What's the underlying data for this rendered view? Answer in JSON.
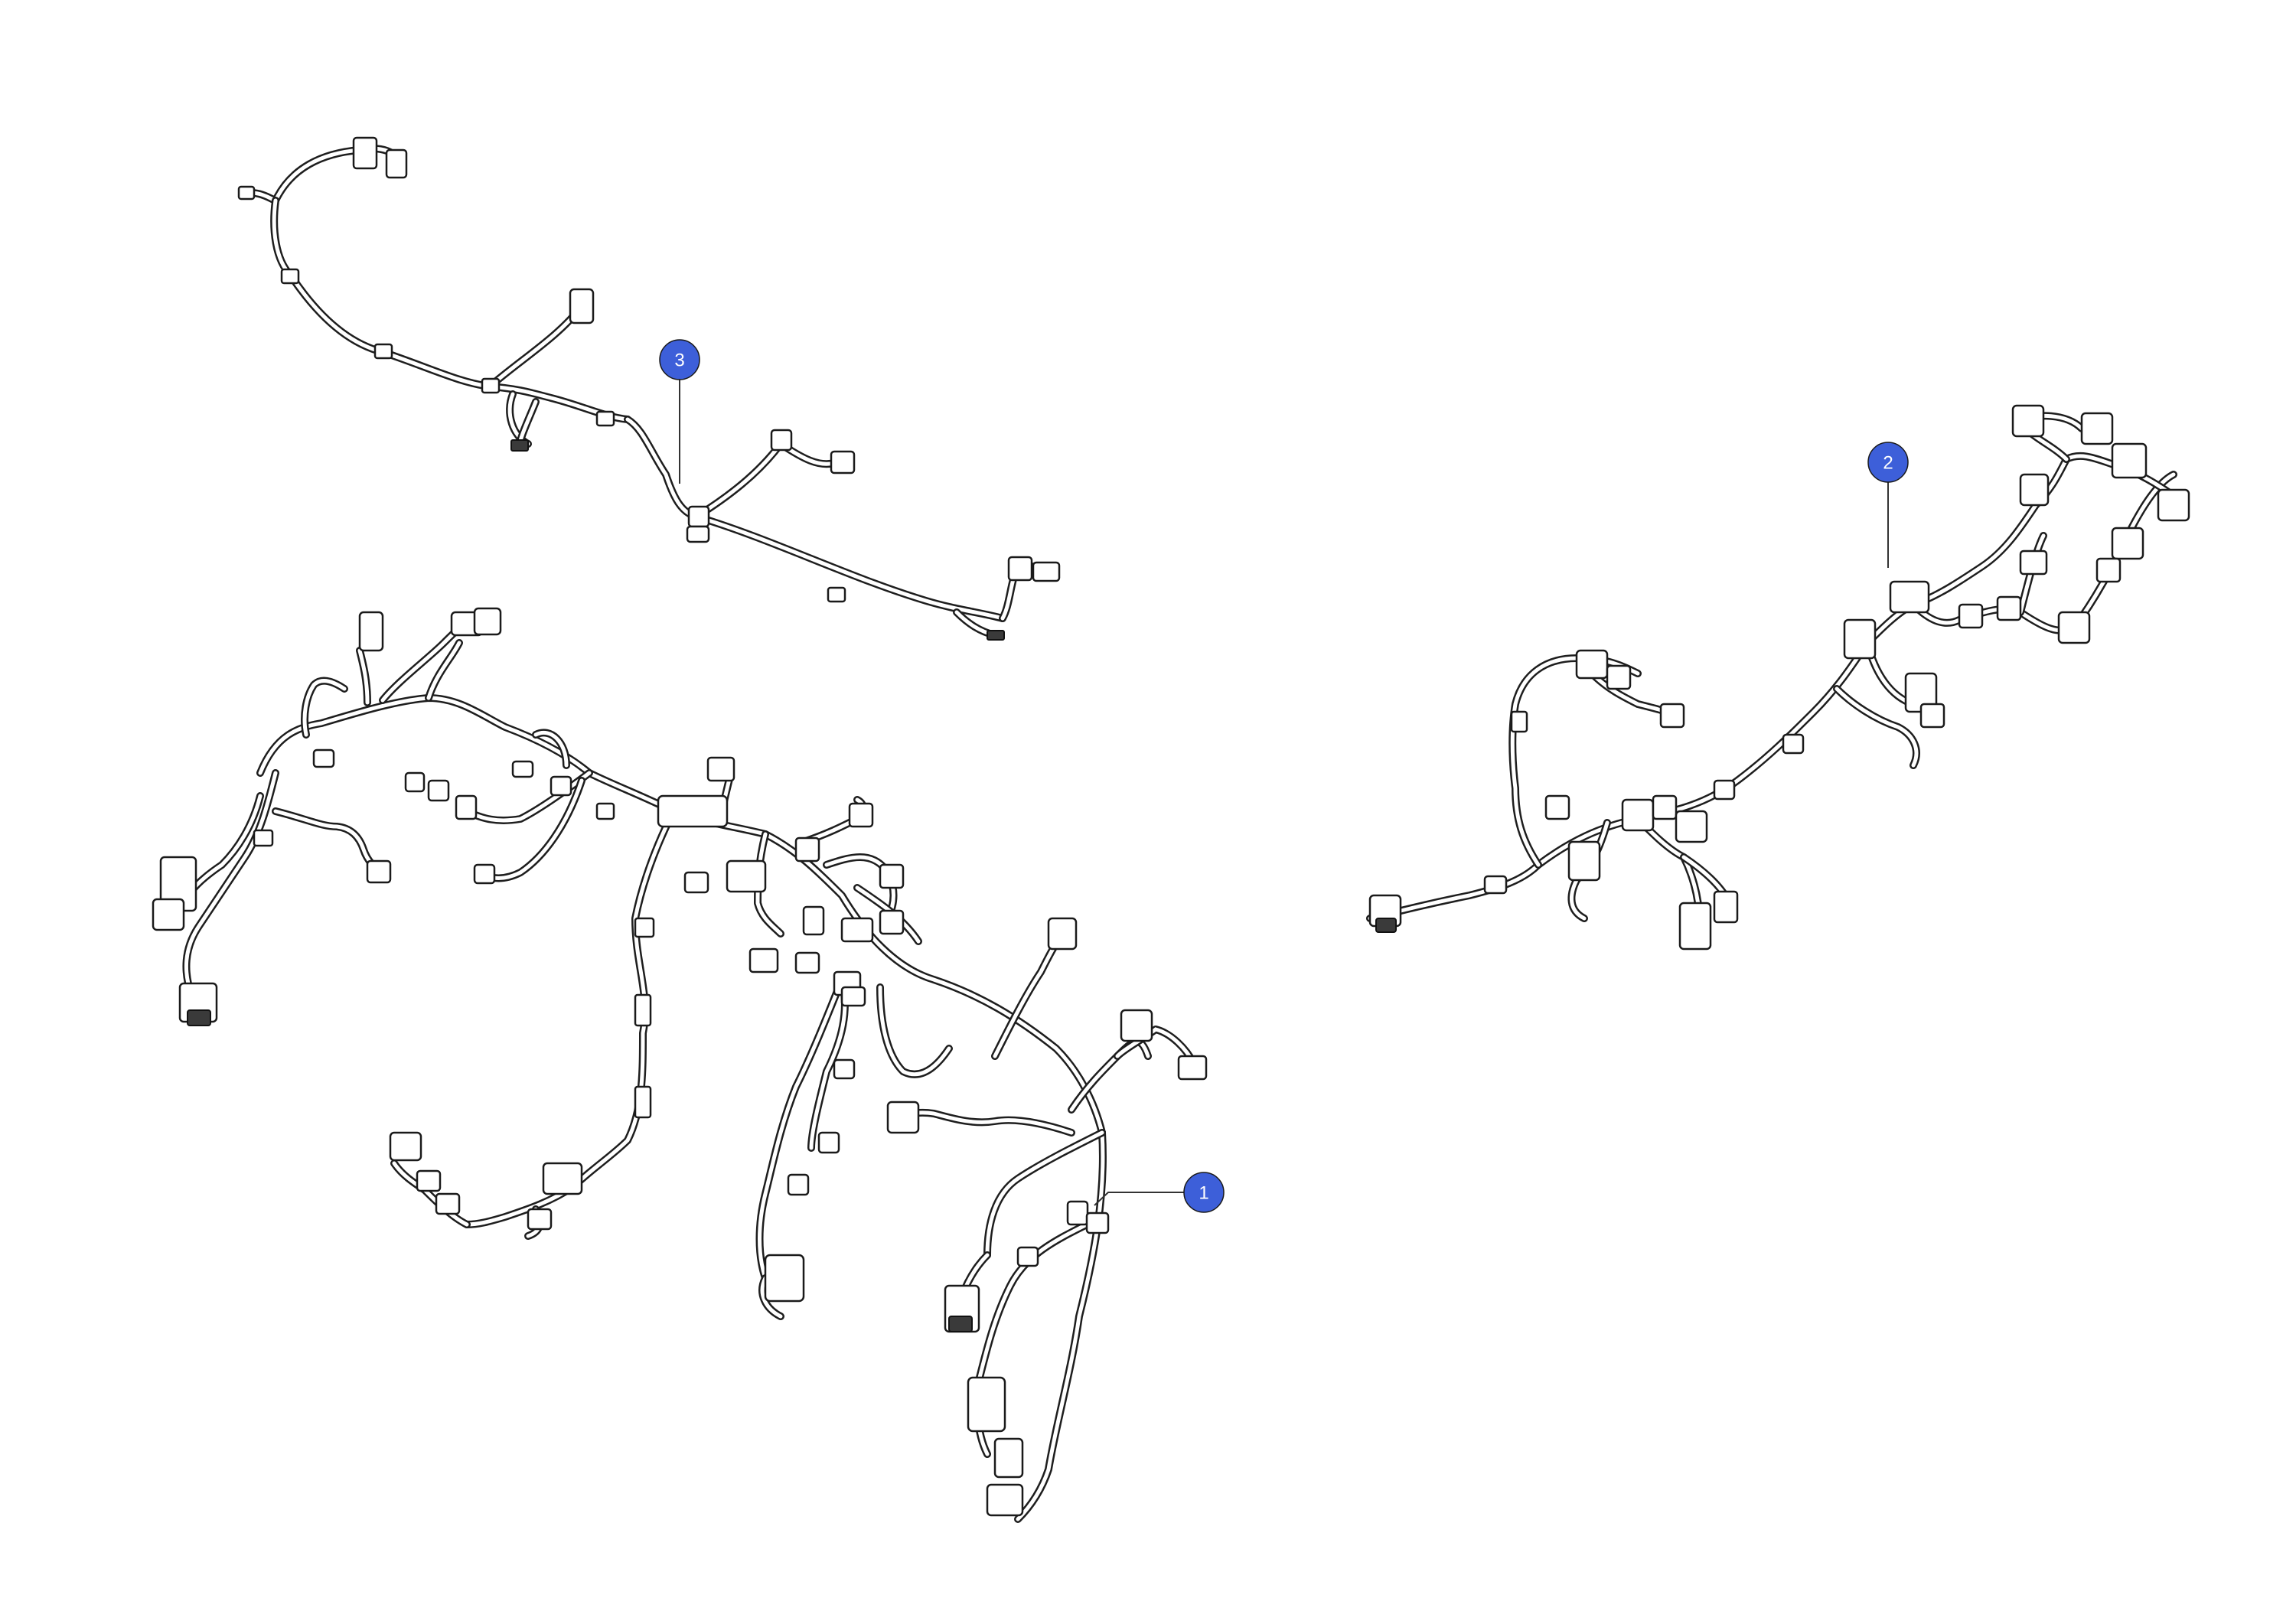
{
  "diagram": {
    "accent_color": "#3d5fd9",
    "callouts": [
      {
        "id": "callout-1",
        "label": "1"
      },
      {
        "id": "callout-2",
        "label": "2"
      },
      {
        "id": "callout-3",
        "label": "3"
      }
    ],
    "assemblies": [
      {
        "id": "harness-1",
        "icon": "wiring-harness-icon"
      },
      {
        "id": "harness-2",
        "icon": "wiring-harness-icon"
      },
      {
        "id": "harness-3",
        "icon": "wiring-harness-icon"
      }
    ]
  }
}
